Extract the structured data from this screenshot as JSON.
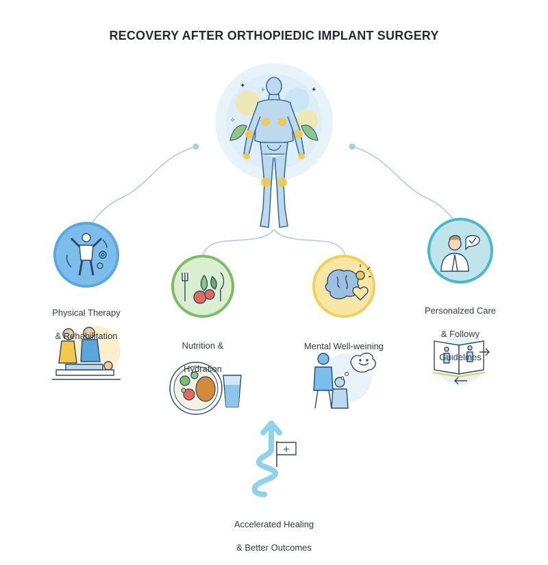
{
  "title": "RECOVERY AFTER ORTHOPIEDIC IMPLANT SURGERY",
  "colors": {
    "physical": "#5aa7e0",
    "nutrition": "#7dbb6a",
    "mental": "#f2cf5b",
    "care": "#4bb8c9",
    "line": "#9cc9d6",
    "outline": "#2b4a6a",
    "accent": "#f3c94a"
  },
  "nodes": {
    "physical": {
      "line1": "Physical Therapy",
      "line2": "& Rehabilitation",
      "icon": "exercise-icon"
    },
    "nutrition": {
      "line1": "Nutrition &",
      "line2": "Hydration",
      "icon": "food-icon"
    },
    "mental": {
      "line1": "Mental Well-weining",
      "icon": "brain-heart-icon"
    },
    "care": {
      "line1": "Personalzed Care",
      "line2": "& Followy",
      "line3": "Guidelines",
      "icon": "doctor-icon"
    }
  },
  "outcome": {
    "line1": "Accelerated Healing",
    "line2": "& Better Outcomes",
    "flag_symbol": "+"
  }
}
